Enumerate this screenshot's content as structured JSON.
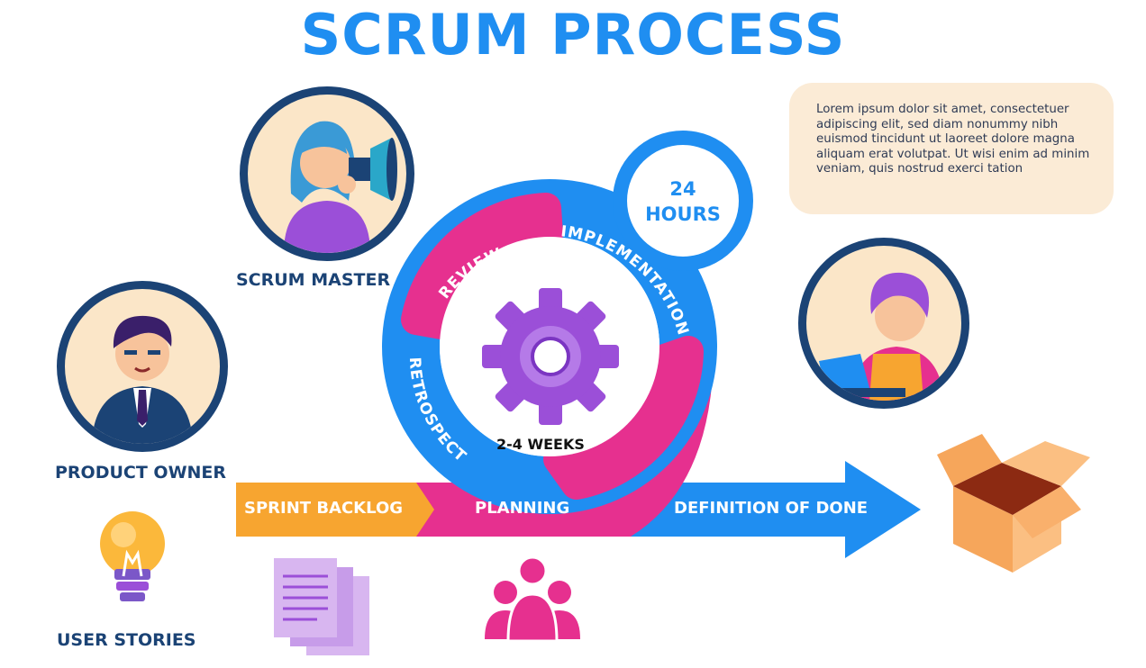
{
  "title": "SCRUM PROCESS",
  "description": "Lorem ipsum dolor sit amet, consectetuer adipiscing elit, sed diam nonummy nibh euismod tincidunt ut laoreet dolore magna aliquam erat volutpat. Ut wisi enim ad minim veniam, quis nostrud exerci tation",
  "roles": {
    "scrum_master": "SCRUM MASTER",
    "product_owner": "PRODUCT OWNER",
    "user_stories": "USER STORIES"
  },
  "cycle": {
    "review": "REVIEW",
    "implementation": "IMPLEMENTATION",
    "retrospect": "RETROSPECT",
    "duration": "2-4 WEEKS",
    "daily_line1": "24",
    "daily_line2": "HOURS"
  },
  "flow": {
    "sprint_backlog": "SPRINT BACKLOG",
    "planning": "PLANNING",
    "definition_of_done": "DEFINITION OF DONE"
  },
  "colors": {
    "blue": "#1f8ef1",
    "pink": "#e6308f",
    "orange": "#f7a530",
    "navy": "#1b4375",
    "purple": "#9b4fd8"
  }
}
